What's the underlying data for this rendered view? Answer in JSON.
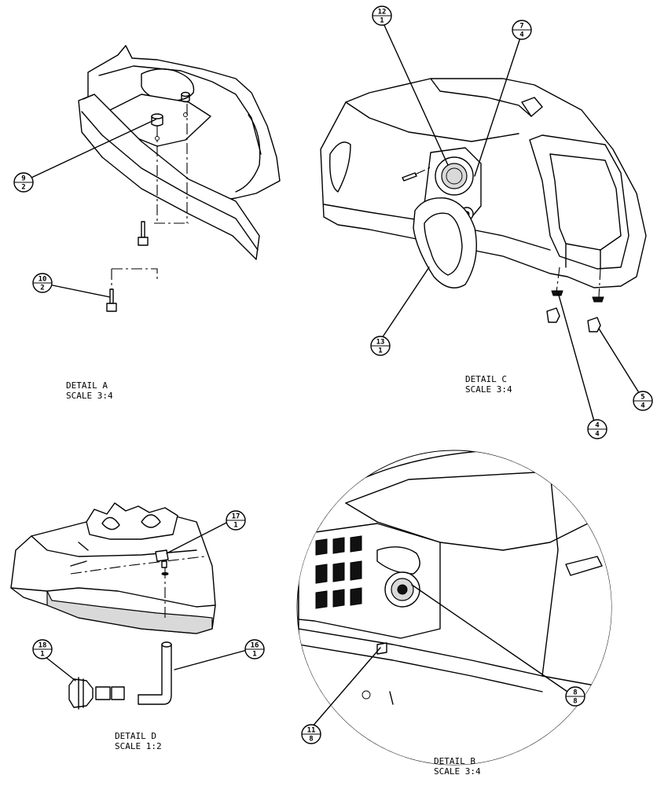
{
  "details": [
    {
      "id": "A",
      "title": "DETAIL A",
      "scale": "SCALE  3:4"
    },
    {
      "id": "C",
      "title": "DETAIL C",
      "scale": "SCALE  3:4"
    },
    {
      "id": "D",
      "title": "DETAIL D",
      "scale": "SCALE  1:2"
    },
    {
      "id": "B",
      "title": "DETAIL B",
      "scale": "SCALE  3:4"
    }
  ],
  "callouts": [
    {
      "item": "9",
      "qty": "2"
    },
    {
      "item": "10",
      "qty": "2"
    },
    {
      "item": "12",
      "qty": "1"
    },
    {
      "item": "7",
      "qty": "4"
    },
    {
      "item": "13",
      "qty": "1"
    },
    {
      "item": "4",
      "qty": "4"
    },
    {
      "item": "5",
      "qty": "4"
    },
    {
      "item": "17",
      "qty": "1"
    },
    {
      "item": "18",
      "qty": "1"
    },
    {
      "item": "16",
      "qty": "1"
    },
    {
      "item": "11",
      "qty": "8"
    },
    {
      "item": "8",
      "qty": "8"
    }
  ]
}
